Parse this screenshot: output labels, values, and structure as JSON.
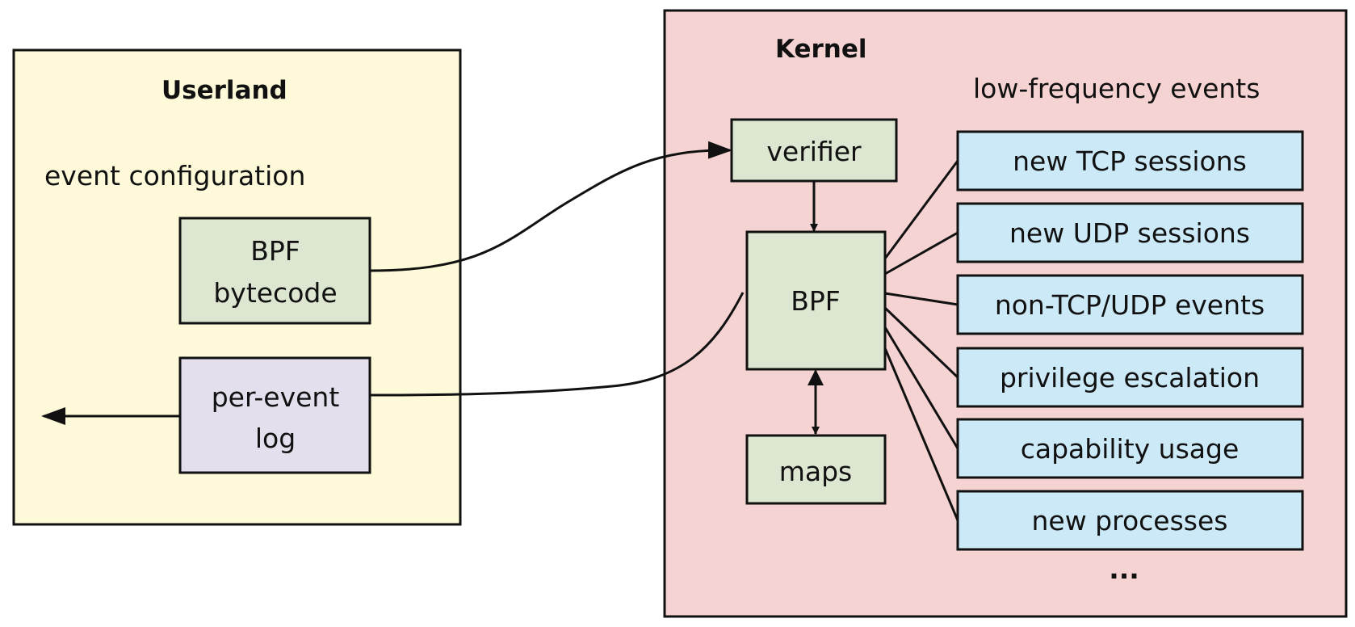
{
  "colors": {
    "userland_fill": "#fdf9d9",
    "kernel_fill": "#f5d3d3",
    "green_box": "#dce6d0",
    "purple_box": "#e3dfec",
    "blue_box": "#cce9f7",
    "line": "#111111"
  },
  "userland": {
    "title": "Userland",
    "caption": "event configuration",
    "bytecode_box": {
      "line1": "BPF",
      "line2": "bytecode"
    },
    "log_box": {
      "line1": "per-event",
      "line2": "log"
    }
  },
  "kernel": {
    "title": "Kernel",
    "events_caption": "low-frequency events",
    "verifier_label": "verifier",
    "bpf_label": "BPF",
    "maps_label": "maps",
    "events": [
      "new TCP sessions",
      "new UDP sessions",
      "non-TCP/UDP events",
      "privilege escalation",
      "capability usage",
      "new processes"
    ],
    "more_label": "..."
  }
}
